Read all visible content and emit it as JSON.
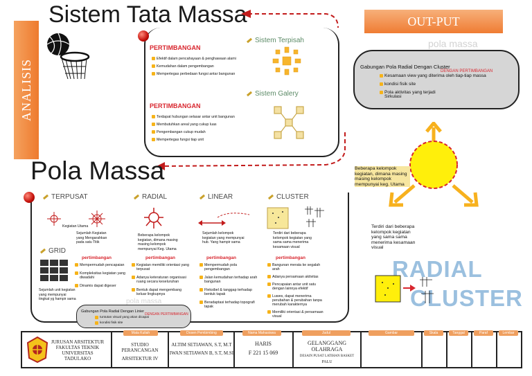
{
  "analisis_label": "ANALISIS",
  "top": {
    "title": "Sistem Tata Massa",
    "group1": {
      "sub_title": "Sistem Terpisah",
      "pert_title": "PERTIMBANGAN",
      "items": [
        "Efektif dalam pencahayaan & penghawaan alami",
        "Kemudahan dalam pengembangan",
        "Mempertegas perbedaan fungsi antar bangunan"
      ]
    },
    "group2": {
      "sub_title": "Sistem Galery",
      "pert_title": "PERTIMBANGAN",
      "items": [
        "Terdapat hubungan selasar antar unit bangunan",
        "Membutuhkan areal yang cukup luas",
        "Pengembangan cukup mudah",
        "Mempertegas fungsi tiap unit"
      ]
    }
  },
  "pola": {
    "title": "Pola Massa",
    "terpusat": {
      "label": "TERPUSAT",
      "note_center": "Kegiatan Utama",
      "note": "Sejumlah Kegiatan yang Mengarahkan pada satu Titik"
    },
    "radial": {
      "label": "RADIAL",
      "note": "Beberapa kelompok kegiatan, dimana masing masing kelompok mempunyai Keg. Utama",
      "pert_title": "pertimbangan",
      "items": [
        "Kegiatan memiliki orientasi yang terpusat",
        "Adanya keteraturan organisasi ruang secara keseluruhan",
        "Bentuk dapat mengembang keluar lingkupnya"
      ]
    },
    "linear": {
      "label": "LINEAR",
      "note": "Sejumlah kelompok kegiatan yang mempunyai hub. Yang hampir sama",
      "pert_title": "pertimbangan",
      "items": [
        "Mempermudah pola pengembangan",
        "Jalan kemudahan terhadap arah bangunan",
        "Fleksibel & tanggap terhadap bentuk tapak",
        "Beradaptasi terhadap topografi tapak"
      ]
    },
    "cluster": {
      "label": "CLUSTER",
      "note": "Terdiri dari beberapa kelompok kegiatan yang sama sama menerima kesamaan visual",
      "pert_title": "pertimbangan",
      "items": [
        "Bangunan merata ke segalah arah",
        "Adanya persamaan aktivitas",
        "Pencapaian antar unit satu dengan lainnya efektif",
        "Luwes, dapat menerima perubahan & perubahan tanpa merubah karakternya",
        "Memiliki orientasi & persamaan visual"
      ]
    },
    "grid": {
      "label": "GRID",
      "note": "Sejumlah unit kegiatan yang mempunyai tingkat yg hampir sama",
      "pert_title": "pertimbangan",
      "items": [
        "Mempermudah pencapaian",
        "Kompleksitas kegiatan yang diwadahi",
        "Dinamis dapat digeser"
      ]
    },
    "summary": {
      "label": "pola massa",
      "title": "Gabungan Pola Radial Dengan Linier",
      "pert_title": "DENGAN PERTIMBANGAN",
      "items": [
        "tuntutan visual yang akan dicapai",
        "kondisi fisik site"
      ]
    }
  },
  "output": {
    "label": "OUT-PUT",
    "pola_label": "pola massa",
    "title": "Gabungan Pola Radial Dengan Cluster",
    "pert_title": "DENGAN PERTIMBANGAN",
    "items": [
      "Kesamaan view yang diterima oleh tiap-tiap massa",
      "kondisi fisik site",
      "Pola aktivitas yang terjadi Sirkulasi"
    ],
    "radial_note": "Beberapa kelompok kegiatan, dimana masing masing kelompok mempunyai keg. Utama",
    "cluster_note": "Terdiri dari beberapa kelompok kegiatan yang sama sama menerima kesamaan visual",
    "word1": "RADIAL",
    "word2": "CLUSTER"
  },
  "footer": {
    "uni": [
      "JURUSAN ARSITEKTUR",
      "FAKULTAS TEKNIK",
      "UNIVERSITAS TADULAKO"
    ],
    "heads": [
      "Mata Kuliah",
      "Dosen Pembimbing",
      "Nama Mahasiswa",
      "Judul",
      "Gambar",
      "Skala",
      "Tanggal",
      "Paraf",
      "Lembar"
    ],
    "matkul": [
      "STUDIO PERANCANGAN",
      "ARSITEKTUR IV"
    ],
    "dosen": [
      "ALTIM SETIAWAN, S.T, M.T",
      "IWAN SETIAWAN B, S.T, M.SI"
    ],
    "mhs": [
      "HARIS",
      "F 221 15 069"
    ],
    "judul": [
      "GELANGGANG OLAHRAGA",
      "DESAIN PUSAT LATIHAN BASKET",
      "PALU"
    ]
  }
}
